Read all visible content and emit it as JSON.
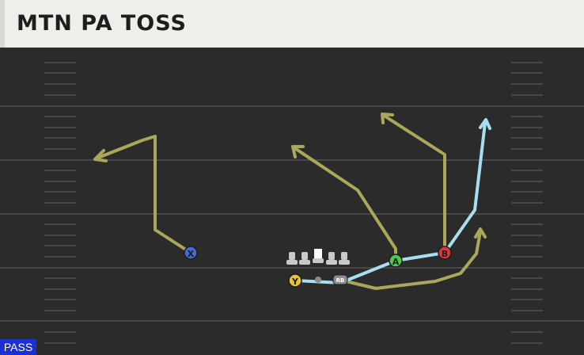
{
  "play": {
    "title": "MTN PA TOSS",
    "type_badge": "PASS"
  },
  "players": [
    {
      "id": "x",
      "label": "X",
      "color": "#3f6fd1"
    },
    {
      "id": "y",
      "label": "Y",
      "color": "#e9c13a"
    },
    {
      "id": "a",
      "label": "A",
      "color": "#4fc94a"
    },
    {
      "id": "b",
      "label": "B",
      "color": "#e0373f"
    },
    {
      "id": "rb",
      "label": "RB",
      "color": "#8c8c8c"
    }
  ],
  "colors": {
    "route": "#a9a85a",
    "block_route": "#a8dff0",
    "field": "#2b2b2b",
    "field_lines": "#474747",
    "badge": "#1b2fd6"
  }
}
